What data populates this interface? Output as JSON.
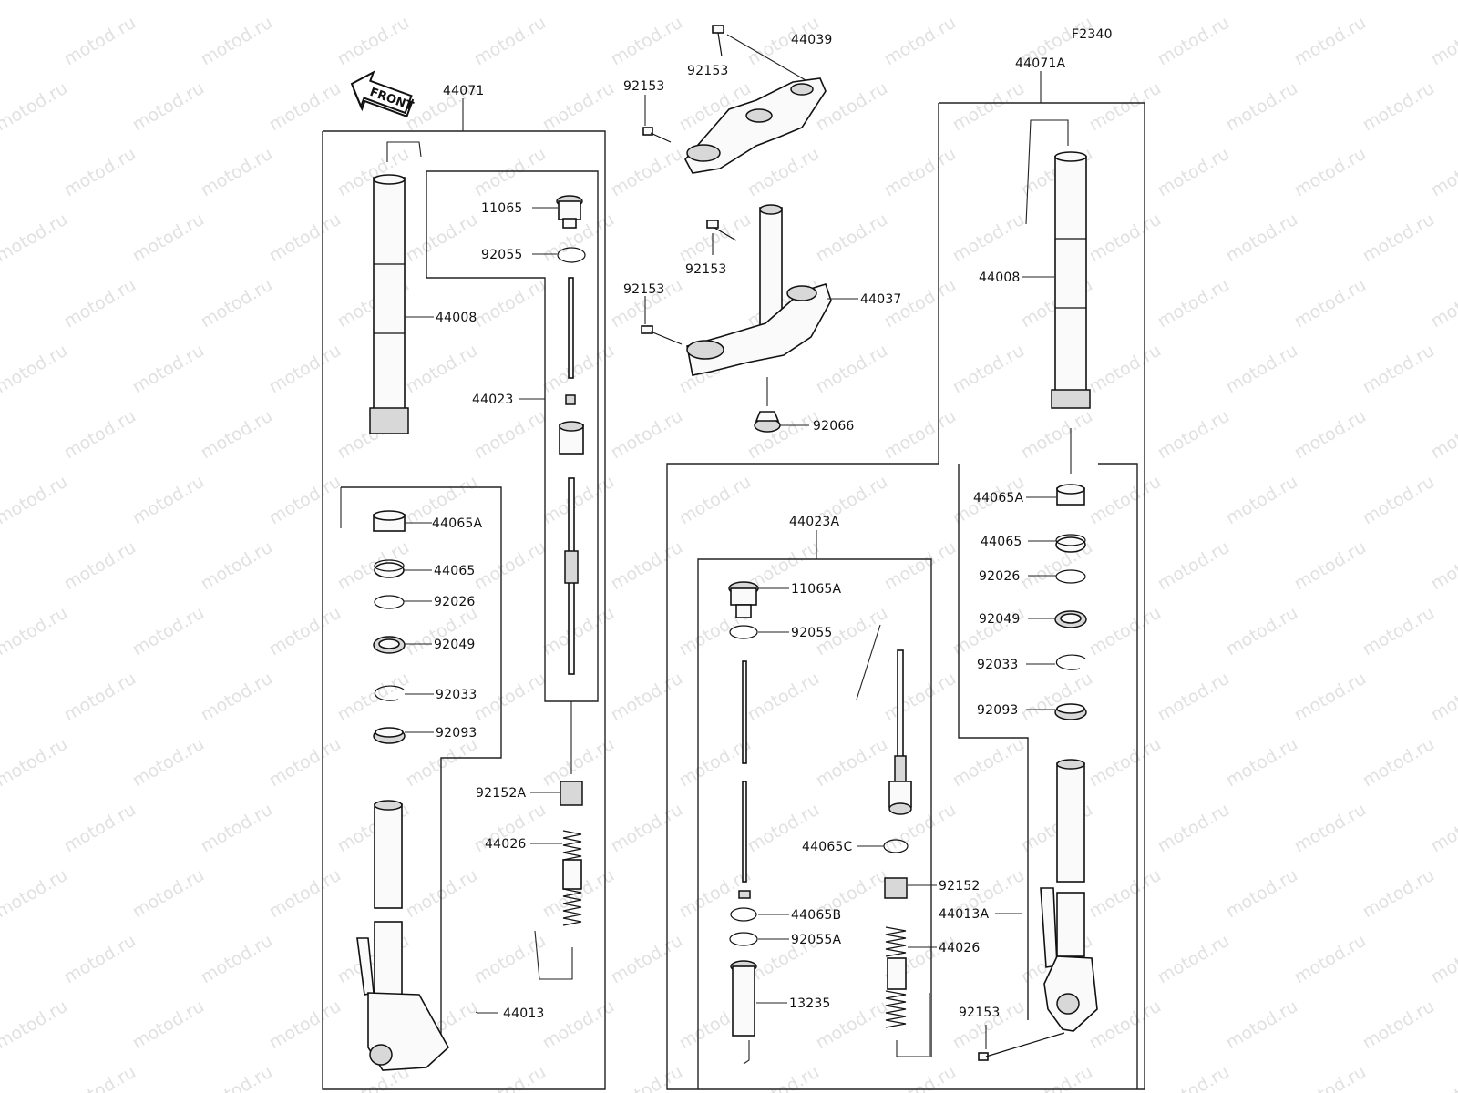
{
  "diagram_code": "F2340",
  "front_label": "FRONT",
  "watermark": "motod.ru",
  "labels": {
    "l44071": "44071",
    "l44071A": "44071A",
    "l44039": "44039",
    "l44037": "44037",
    "l92066": "92066",
    "l92153_top1": "92153",
    "l92153_top2": "92153",
    "l92153_mid1": "92153",
    "l92153_mid2": "92153",
    "l11065": "11065",
    "l92055": "92055",
    "l44008": "44008",
    "l44023": "44023",
    "l44065A": "44065A",
    "l44065": "44065",
    "l92026": "92026",
    "l92049": "92049",
    "l92033": "92033",
    "l92093": "92093",
    "l92152A": "92152A",
    "l44026": "44026",
    "l44013": "44013",
    "l44023A": "44023A",
    "l11065A": "11065A",
    "l92055_r": "92055",
    "l44065C": "44065C",
    "l92152": "92152",
    "l44065B": "44065B",
    "l92055A": "92055A",
    "l13235": "13235",
    "l44026_r": "44026",
    "r44008": "44008",
    "r44065A": "44065A",
    "r44065": "44065",
    "r92026": "92026",
    "r92049": "92049",
    "r92033": "92033",
    "r92093": "92093",
    "r44013A": "44013A",
    "r92153": "92153"
  }
}
